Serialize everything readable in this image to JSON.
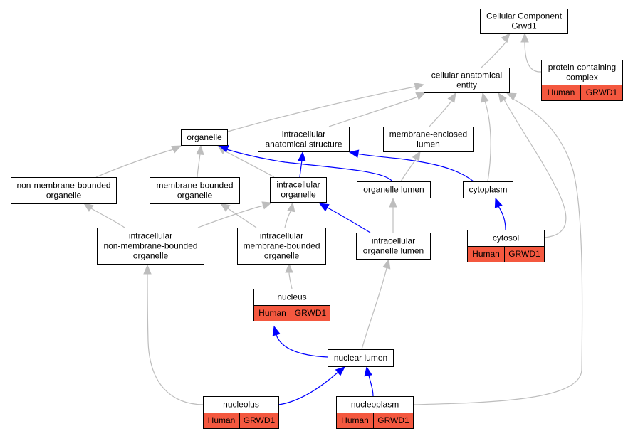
{
  "colors": {
    "is_a_edge": "#bdbdbd",
    "part_of_edge": "#0000ff",
    "annotation_fill": "#f4583f",
    "node_fill": "#ffffff"
  },
  "nodes": {
    "root": {
      "lines": [
        "Cellular Component",
        "Grwd1"
      ]
    },
    "cellular_anatomical_entity": {
      "lines": [
        "cellular anatomical",
        "entity"
      ]
    },
    "protein_containing_complex": {
      "lines": [
        "protein-containing",
        "complex"
      ],
      "annotation": {
        "species": "Human",
        "gene": "GRWD1"
      }
    },
    "organelle": {
      "lines": [
        "organelle"
      ]
    },
    "intracellular_anatomical_structure": {
      "lines": [
        "intracellular",
        "anatomical structure"
      ]
    },
    "membrane_enclosed_lumen": {
      "lines": [
        "membrane-enclosed",
        "lumen"
      ]
    },
    "non_membrane_bounded_organelle": {
      "lines": [
        "non-membrane-bounded",
        "organelle"
      ]
    },
    "membrane_bounded_organelle": {
      "lines": [
        "membrane-bounded",
        "organelle"
      ]
    },
    "intracellular_organelle": {
      "lines": [
        "intracellular",
        "organelle"
      ]
    },
    "organelle_lumen": {
      "lines": [
        "organelle lumen"
      ]
    },
    "cytoplasm": {
      "lines": [
        "cytoplasm"
      ]
    },
    "intracellular_non_membrane_bounded_organelle": {
      "lines": [
        "intracellular",
        "non-membrane-bounded",
        "organelle"
      ]
    },
    "intracellular_membrane_bounded_organelle": {
      "lines": [
        "intracellular",
        "membrane-bounded",
        "organelle"
      ]
    },
    "intracellular_organelle_lumen": {
      "lines": [
        "intracellular",
        "organelle lumen"
      ]
    },
    "cytosol": {
      "lines": [
        "cytosol"
      ],
      "annotation": {
        "species": "Human",
        "gene": "GRWD1"
      }
    },
    "nucleus": {
      "lines": [
        "nucleus"
      ],
      "annotation": {
        "species": "Human",
        "gene": "GRWD1"
      }
    },
    "nuclear_lumen": {
      "lines": [
        "nuclear lumen"
      ]
    },
    "nucleolus": {
      "lines": [
        "nucleolus"
      ],
      "annotation": {
        "species": "Human",
        "gene": "GRWD1"
      }
    },
    "nucleoplasm": {
      "lines": [
        "nucleoplasm"
      ],
      "annotation": {
        "species": "Human",
        "gene": "GRWD1"
      }
    }
  },
  "edges": [
    {
      "from": "cellular_anatomical_entity",
      "to": "root",
      "type": "is_a"
    },
    {
      "from": "protein_containing_complex",
      "to": "root",
      "type": "is_a"
    },
    {
      "from": "organelle",
      "to": "cellular_anatomical_entity",
      "type": "is_a"
    },
    {
      "from": "intracellular_anatomical_structure",
      "to": "cellular_anatomical_entity",
      "type": "is_a"
    },
    {
      "from": "membrane_enclosed_lumen",
      "to": "cellular_anatomical_entity",
      "type": "is_a"
    },
    {
      "from": "cytoplasm",
      "to": "cellular_anatomical_entity",
      "type": "is_a"
    },
    {
      "from": "cytosol",
      "to": "cellular_anatomical_entity",
      "type": "is_a"
    },
    {
      "from": "nucleoplasm",
      "to": "cellular_anatomical_entity",
      "type": "is_a"
    },
    {
      "from": "non_membrane_bounded_organelle",
      "to": "organelle",
      "type": "is_a"
    },
    {
      "from": "membrane_bounded_organelle",
      "to": "organelle",
      "type": "is_a"
    },
    {
      "from": "intracellular_organelle",
      "to": "organelle",
      "type": "is_a"
    },
    {
      "from": "intracellular_organelle",
      "to": "intracellular_anatomical_structure",
      "type": "part_of"
    },
    {
      "from": "organelle_lumen",
      "to": "organelle",
      "type": "part_of"
    },
    {
      "from": "organelle_lumen",
      "to": "membrane_enclosed_lumen",
      "type": "is_a"
    },
    {
      "from": "cytoplasm",
      "to": "intracellular_anatomical_structure",
      "type": "part_of"
    },
    {
      "from": "cytosol",
      "to": "cytoplasm",
      "type": "part_of"
    },
    {
      "from": "intracellular_non_membrane_bounded_organelle",
      "to": "non_membrane_bounded_organelle",
      "type": "is_a"
    },
    {
      "from": "intracellular_non_membrane_bounded_organelle",
      "to": "intracellular_organelle",
      "type": "is_a"
    },
    {
      "from": "intracellular_membrane_bounded_organelle",
      "to": "membrane_bounded_organelle",
      "type": "is_a"
    },
    {
      "from": "intracellular_membrane_bounded_organelle",
      "to": "intracellular_organelle",
      "type": "is_a"
    },
    {
      "from": "intracellular_organelle_lumen",
      "to": "intracellular_organelle",
      "type": "part_of"
    },
    {
      "from": "intracellular_organelle_lumen",
      "to": "organelle_lumen",
      "type": "is_a"
    },
    {
      "from": "nucleus",
      "to": "intracellular_membrane_bounded_organelle",
      "type": "is_a"
    },
    {
      "from": "nuclear_lumen",
      "to": "nucleus",
      "type": "part_of"
    },
    {
      "from": "nuclear_lumen",
      "to": "intracellular_organelle_lumen",
      "type": "is_a"
    },
    {
      "from": "nucleolus",
      "to": "intracellular_non_membrane_bounded_organelle",
      "type": "is_a"
    },
    {
      "from": "nucleolus",
      "to": "nuclear_lumen",
      "type": "part_of"
    },
    {
      "from": "nucleoplasm",
      "to": "nuclear_lumen",
      "type": "part_of"
    }
  ]
}
